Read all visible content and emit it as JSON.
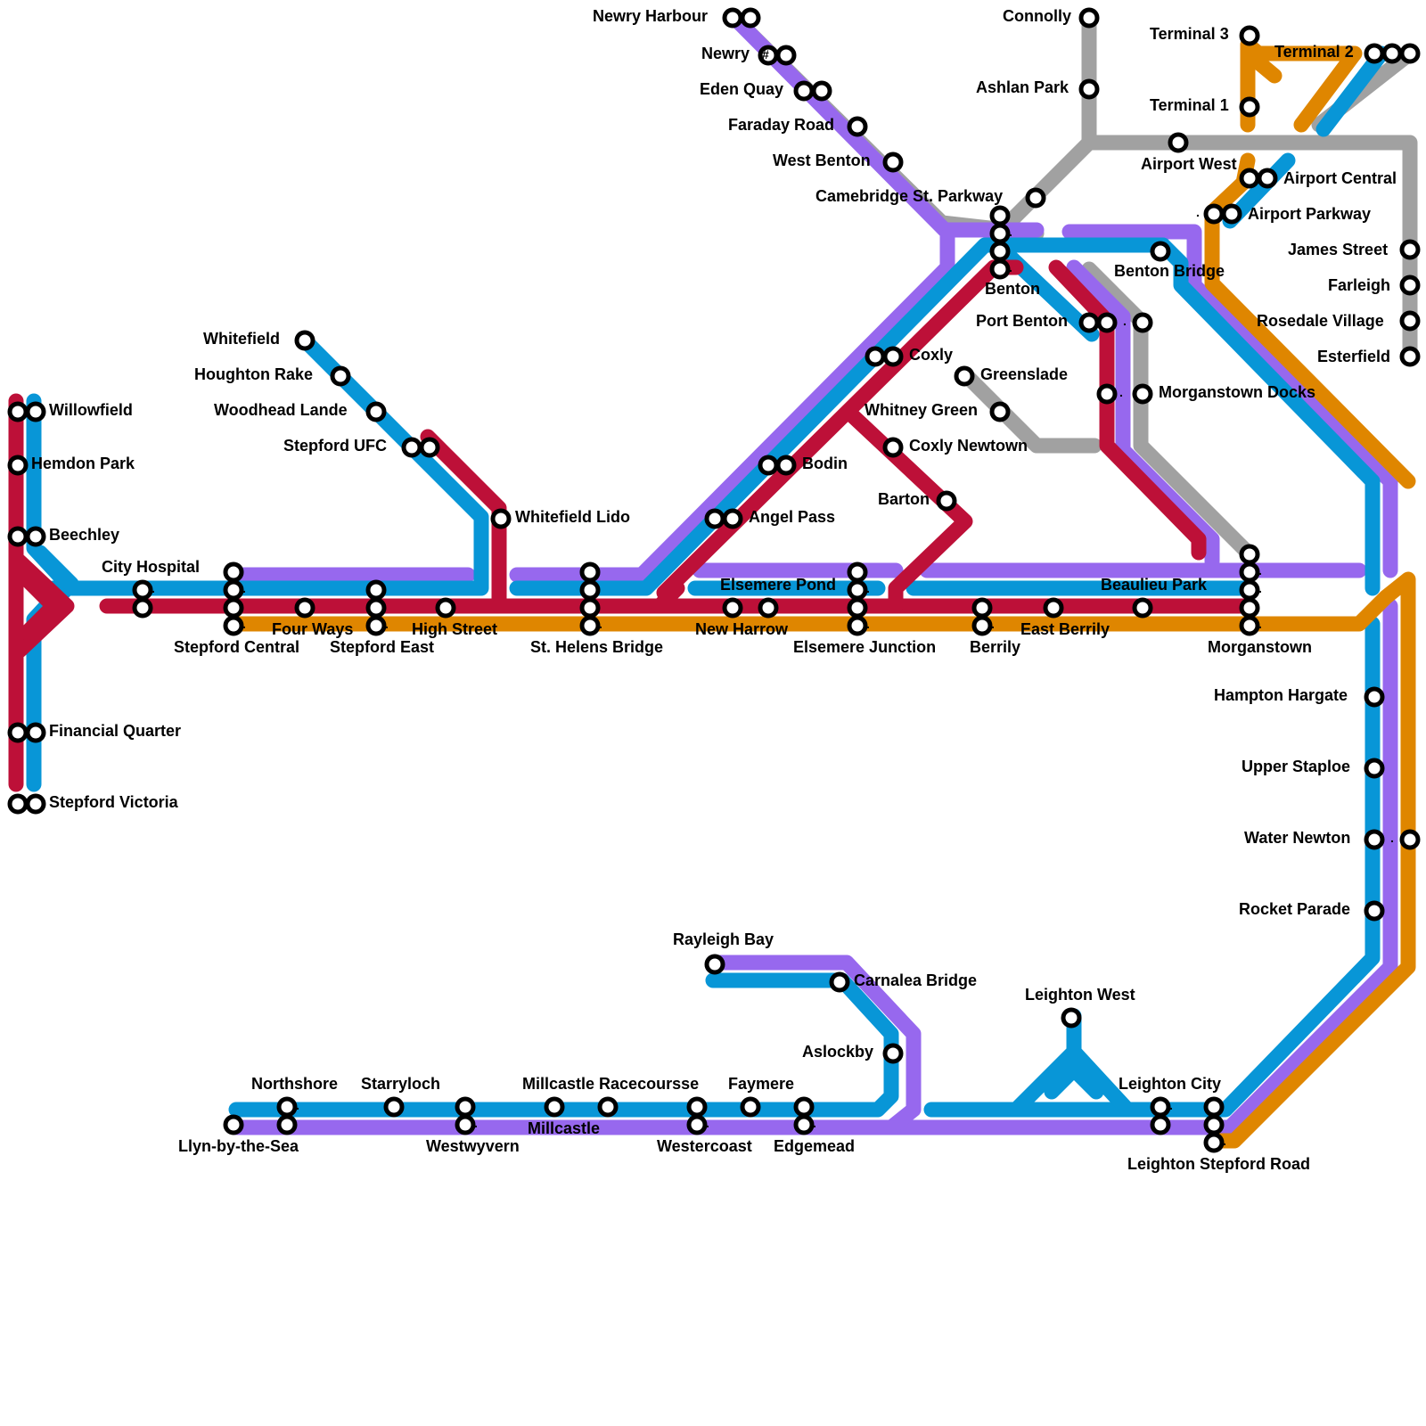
{
  "colors": {
    "red": "#bd1038",
    "blue": "#0896d7",
    "purple": "#9768ee",
    "orange": "#df8600",
    "gray": "#a1a1a1"
  },
  "stations": {
    "willowfield": "Willowfield",
    "hemdon_park": "Hemdon Park",
    "beechley": "Beechley",
    "financial_quarter": "Financial Quarter",
    "stepford_victoria": "Stepford Victoria",
    "city_hospital": "City Hospital",
    "stepford_central": "Stepford Central",
    "four_ways": "Four Ways",
    "stepford_east": "Stepford East",
    "high_street": "High Street",
    "whitefield": "Whitefield",
    "houghton_rake": "Houghton Rake",
    "woodhead_lande": "Woodhead Lande",
    "stepford_ufc": "Stepford UFC",
    "whitefield_lido": "Whitefield Lido",
    "st_helens_bridge": "St. Helens Bridge",
    "angel_pass": "Angel Pass",
    "bodin": "Bodin",
    "coxly": "Coxly",
    "new_harrow": "New Harrow",
    "elsemere_pond": "Elsemere Pond",
    "elsemere_junction": "Elsemere Junction",
    "whitney_green": "Whitney Green",
    "coxly_newtown": "Coxly Newtown",
    "barton": "Barton",
    "greenslade": "Greenslade",
    "berrily": "Berrily",
    "east_berrily": "East Berrily",
    "beaulieu_park": "Beaulieu Park",
    "morganstown": "Morganstown",
    "morganstown_docks": "Morganstown Docks",
    "port_benton": "Port Benton",
    "benton": "Benton",
    "benton_bridge": "Benton Bridge",
    "camebridge_st_parkway": "Camebridge St. Parkway",
    "west_benton": "West Benton",
    "faraday_road": "Faraday Road",
    "eden_quay": "Eden Quay",
    "newry": "Newry",
    "newry_harbour": "Newry Harbour",
    "connolly": "Connolly",
    "ashlan_park": "Ashlan Park",
    "airport_west": "Airport West",
    "airport_central": "Airport Central",
    "airport_parkway": "Airport Parkway",
    "terminal_1": "Terminal 1",
    "terminal_2": "Terminal 2",
    "terminal_3": "Terminal 3",
    "james_street": "James Street",
    "farleigh": "Farleigh",
    "rosedale_village": "Rosedale Village",
    "esterfield": "Esterfield",
    "hampton_hargate": "Hampton Hargate",
    "upper_staploe": "Upper Staploe",
    "water_newton": "Water Newton",
    "rocket_parade": "Rocket Parade",
    "rayleigh_bay": "Rayleigh Bay",
    "carnalea_bridge": "Carnalea Bridge",
    "aslockby": "Aslockby",
    "leighton_west": "Leighton West",
    "leighton_city": "Leighton City",
    "leighton_stepford_road": "Leighton Stepford Road",
    "northshore": "Northshore",
    "starryloch": "Starryloch",
    "millcastle_racecoursse": "Millcastle Racecoursse",
    "faymere": "Faymere",
    "llyn_by_the_sea": "Llyn-by-the-Sea",
    "westwyvern": "Westwyvern",
    "millcastle": "Millcastle",
    "westercoast": "Westercoast",
    "edgemead": "Edgemead"
  },
  "markers": {
    "dot": ".",
    "hash": "#"
  }
}
